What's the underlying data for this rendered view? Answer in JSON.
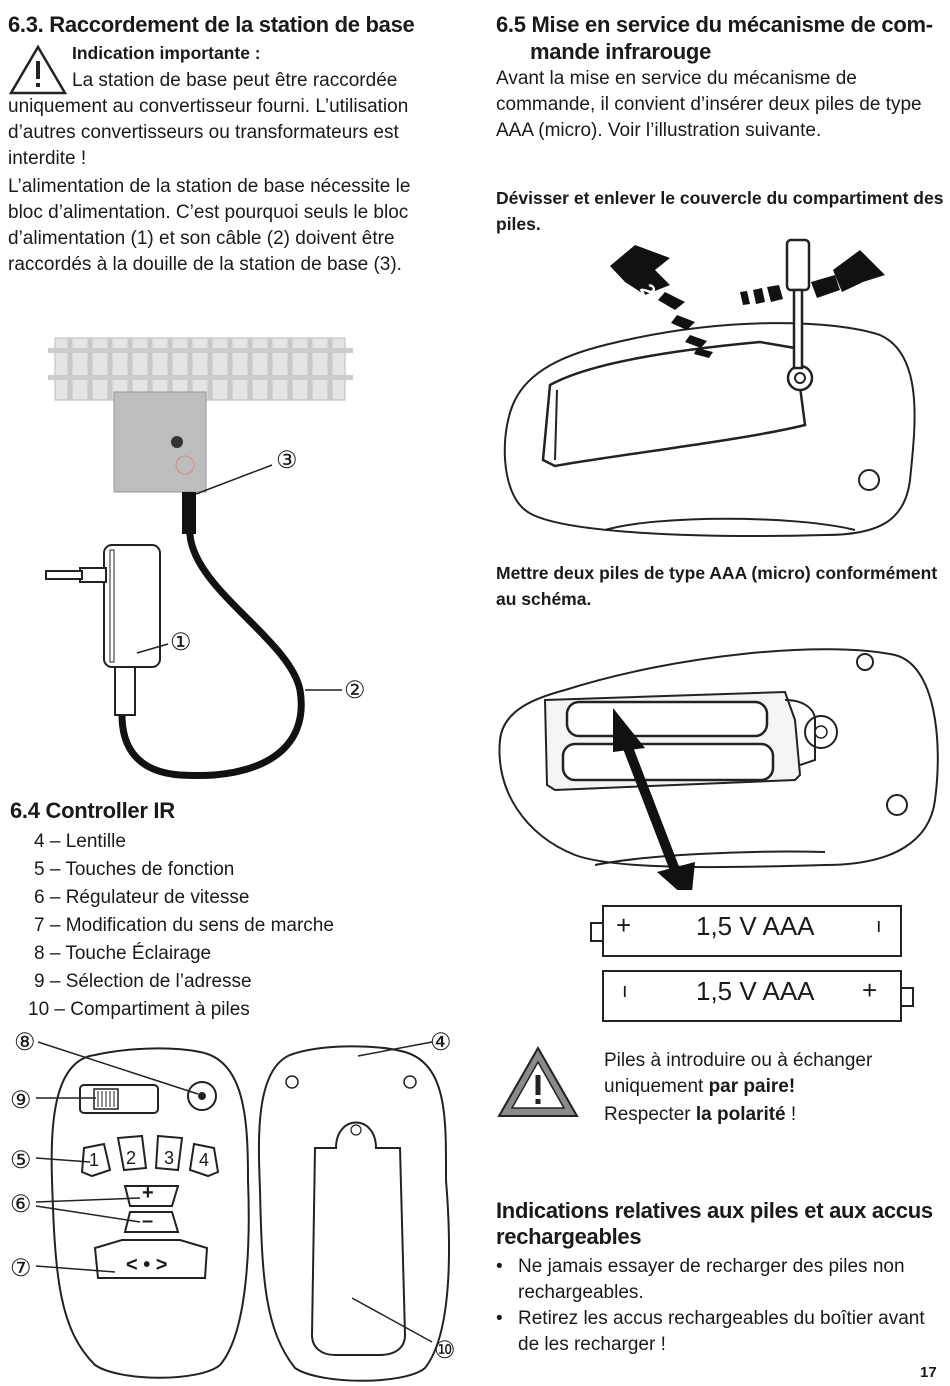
{
  "left": {
    "section63": {
      "title": "6.3. Raccordement de la station de base",
      "warning_heading": "Indication importante :",
      "warning_text_line1": "La station de base peut être raccordée",
      "warning_text_rest": "uniquement au convertisseur fourni. L’utilisation d’autres convertisseurs ou transformateurs est interdite !",
      "paragraph": "L’alimentation de la station de base nécessite le bloc d’alimentation. C’est pourquoi seuls le bloc d’alimentation (1) et son câble (2) doivent être raccordés à la douille de la station de base (3).",
      "callouts": [
        "③",
        "①",
        "②"
      ]
    },
    "section64": {
      "title": "6.4 Controller IR",
      "items": [
        "4 – Lentille",
        "5 – Touches de fonction",
        "6 – Régulateur de vitesse",
        "7 – Modification du sens de marche",
        "8 – Touche Éclairage",
        "9 – Sélection de l’adresse",
        "10 – Compartiment à piles"
      ],
      "callouts": [
        "⑧",
        "④",
        "⑨",
        "⑤",
        "⑥",
        "⑦",
        "⑩"
      ],
      "keys": [
        "1",
        "2",
        "3",
        "4"
      ],
      "plus": "+",
      "minus": "–",
      "direction": "< • >"
    }
  },
  "right": {
    "section65": {
      "title_line1": "6.5 Mise en service du mécanisme de com-",
      "title_line2": "mande infrarouge",
      "paragraph": "Avant la mise en service du mécanisme de commande, il convient d’insérer deux piles de type AAA (micro). Voir l’illustration suivante.",
      "step1": "Dévisser et enlever le couvercle du compartiment des piles.",
      "arrow_labels": [
        "1.",
        "2."
      ],
      "step2": "Mettre deux piles de type AAA (micro) conformément au schéma.",
      "batteries": [
        {
          "label": "1,5 V AAA",
          "left_sign": "+",
          "right_sign": "ı"
        },
        {
          "label": "1,5 V AAA",
          "left_sign": "ı",
          "right_sign": "+"
        }
      ],
      "warning_line1": "Piles à introduire ou à échanger",
      "warning_line2_pre": "uniquement ",
      "warning_line2_bold": "par paire!",
      "warning_line3_pre": "Respecter ",
      "warning_line3_bold": "la polarité",
      "warning_line3_post": " !"
    },
    "indications": {
      "title": "Indications relatives aux piles et aux accus rechargeables",
      "bullets": [
        "Ne jamais essayer de recharger des piles non rechargeables.",
        "Retirez les accus rechargeables du boîtier avant de les recharger !"
      ]
    }
  },
  "page_number": "17",
  "colors": {
    "text": "#1a1a1a",
    "cable": "#111111",
    "track": "#d8d8d8",
    "base": "#b8b8b8"
  }
}
